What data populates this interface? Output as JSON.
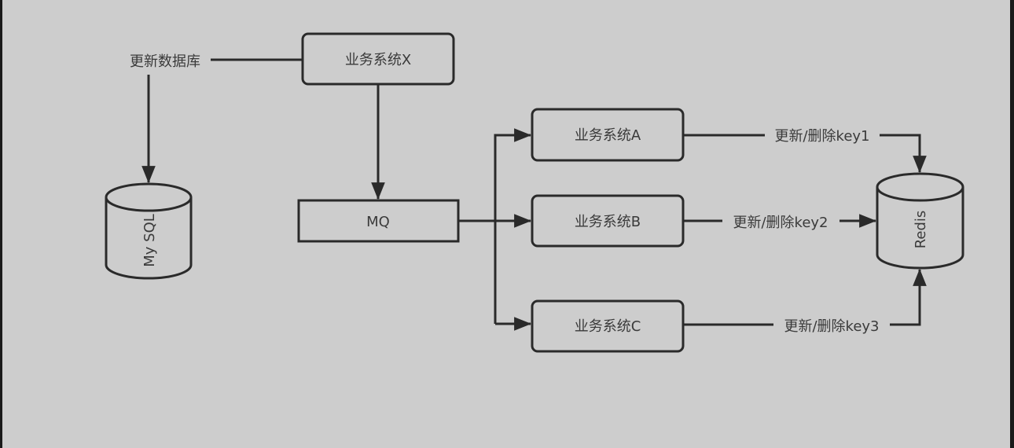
{
  "diagram": {
    "nodes": {
      "system_x": {
        "label": "业务系统X",
        "shape": "rounded-rect"
      },
      "mq": {
        "label": "MQ",
        "shape": "rect"
      },
      "mysql": {
        "label": "My SQL",
        "shape": "cylinder"
      },
      "system_a": {
        "label": "业务系统A",
        "shape": "rounded-rect"
      },
      "system_b": {
        "label": "业务系统B",
        "shape": "rounded-rect"
      },
      "system_c": {
        "label": "业务系统C",
        "shape": "rounded-rect"
      },
      "redis": {
        "label": "Redis",
        "shape": "cylinder"
      }
    },
    "edges": {
      "x_to_mysql": {
        "from": "system_x",
        "to": "mysql",
        "label": "更新数据库"
      },
      "x_to_mq": {
        "from": "system_x",
        "to": "mq",
        "label": ""
      },
      "mq_to_a": {
        "from": "mq",
        "to": "system_a",
        "label": ""
      },
      "mq_to_b": {
        "from": "mq",
        "to": "system_b",
        "label": ""
      },
      "mq_to_c": {
        "from": "mq",
        "to": "system_c",
        "label": ""
      },
      "a_to_redis": {
        "from": "system_a",
        "to": "redis",
        "label": "更新/删除key1"
      },
      "b_to_redis": {
        "from": "system_b",
        "to": "redis",
        "label": "更新/删除key2"
      },
      "c_to_redis": {
        "from": "system_c",
        "to": "redis",
        "label": "更新/删除key3"
      }
    }
  },
  "colors": {
    "background": "#cdcdcd",
    "stroke": "#2a2a2a",
    "text": "#3a3a3a",
    "frame": "#1a1a1a"
  }
}
